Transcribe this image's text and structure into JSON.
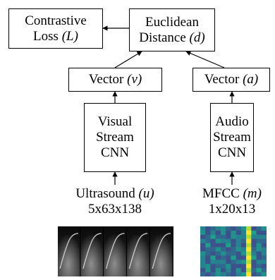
{
  "nodes": {
    "loss": {
      "line1": "Contrastive",
      "line2_text": "Loss ",
      "line2_var": "(L)"
    },
    "distance": {
      "line1": "Euclidean",
      "line2_text": "Distance ",
      "line2_var": "(d)"
    },
    "vector_v": {
      "text": "Vector ",
      "var": "(v)"
    },
    "vector_a": {
      "text": "Vector ",
      "var": "(a)"
    },
    "visual_cnn": {
      "line1": "Visual",
      "line2": "Stream",
      "line3": "CNN"
    },
    "audio_cnn": {
      "line1": "Audio",
      "line2": "Stream",
      "line3": "CNN"
    }
  },
  "inputs": {
    "ultrasound": {
      "name": "Ultrasound ",
      "var": "(u)",
      "shape": "5x63x138"
    },
    "mfcc": {
      "name": "MFCC ",
      "var": "(m)",
      "shape": "1x20x13"
    }
  },
  "colors": {
    "line": "#000000",
    "background": "#ffffff"
  }
}
